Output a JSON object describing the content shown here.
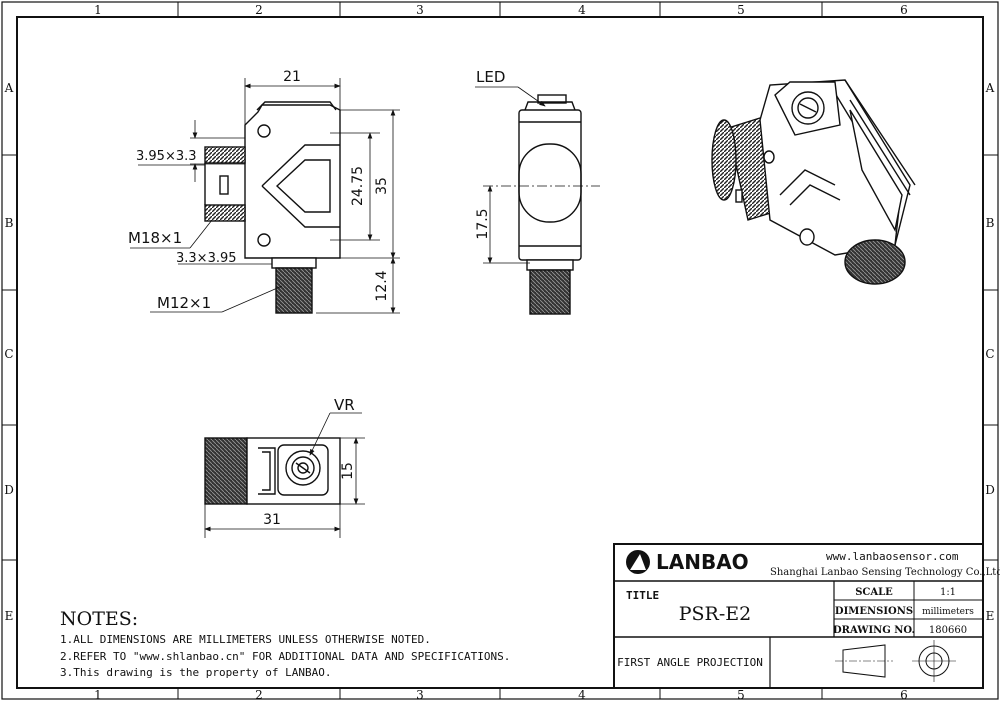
{
  "border": {
    "columns": [
      "1",
      "2",
      "3",
      "4",
      "5",
      "6"
    ],
    "rows": [
      "A",
      "B",
      "C",
      "D",
      "E"
    ]
  },
  "views": {
    "front": {
      "dim_width": "21",
      "dim_thread_top": "3.95×3.3",
      "dim_thread_bottom": "3.3×3.95",
      "dim_inner_height": "24.75",
      "dim_height": "35",
      "dim_connector": "12.4",
      "label_m18": "M18×1",
      "label_m12": "M12×1"
    },
    "side": {
      "label_led": "LED",
      "dim_center": "17.5"
    },
    "top": {
      "label_vr": "VR",
      "dim_height": "15",
      "dim_length": "31"
    }
  },
  "notes": {
    "heading": "NOTES:",
    "items": [
      "1.ALL DIMENSIONS ARE MILLIMETERS UNLESS OTHERWISE NOTED.",
      "2.REFER TO \"www.shlanbao.cn\" FOR ADDITIONAL DATA AND SPECIFICATIONS.",
      "3.This drawing is the property of LANBAO."
    ]
  },
  "title_block": {
    "logo_text": "LANBAO",
    "website": "www.lanbaosensor.com",
    "company": "Shanghai Lanbao Sensing Technology Co.,Ltd.",
    "title_label": "TITLE",
    "title_value": "PSR-E2",
    "scale_label": "SCALE",
    "scale_value": "1:1",
    "dimensions_label": "DIMENSIONS",
    "dimensions_value": "millimeters",
    "drawing_no_label": "DRAWING NO.",
    "drawing_no_value": "180660",
    "projection": "FIRST ANGLE PROJECTION"
  }
}
